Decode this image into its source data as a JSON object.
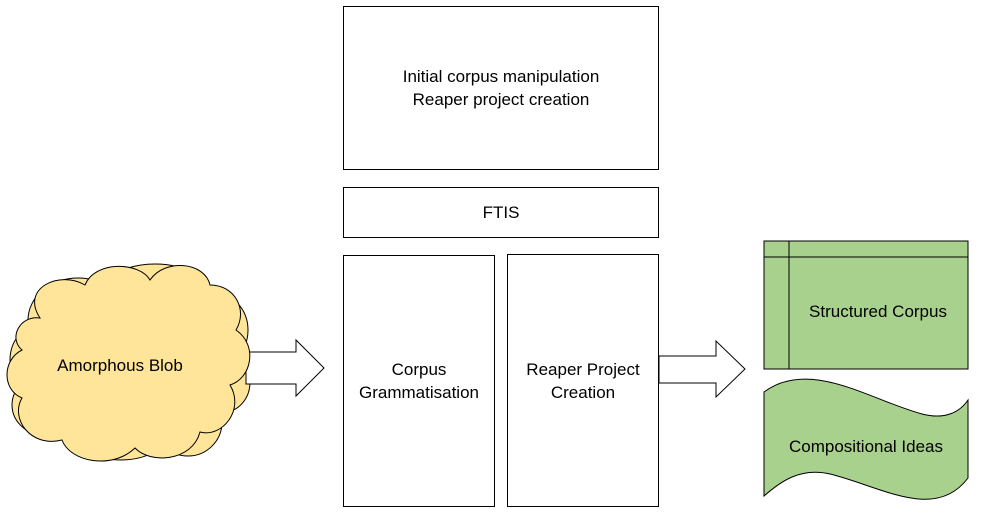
{
  "diagram": {
    "initial_box": {
      "line1": "Initial corpus manipulation",
      "line2": "Reaper project creation"
    },
    "ftis_box": {
      "label": "FTIS"
    },
    "grammar_box": {
      "line1": "Corpus",
      "line2": "Grammatisation"
    },
    "reaper_box": {
      "line1": "Reaper Project",
      "line2": "Creation"
    },
    "blob": {
      "label": "Amorphous Blob",
      "fill": "#FFE599",
      "stroke": "#000000"
    },
    "structured_corpus": {
      "label": "Structured Corpus",
      "fill": "#A9D18E",
      "stroke": "#000000"
    },
    "compositional_ideas": {
      "label": "Compositional Ideas",
      "fill": "#A9D18E",
      "stroke": "#000000"
    }
  }
}
